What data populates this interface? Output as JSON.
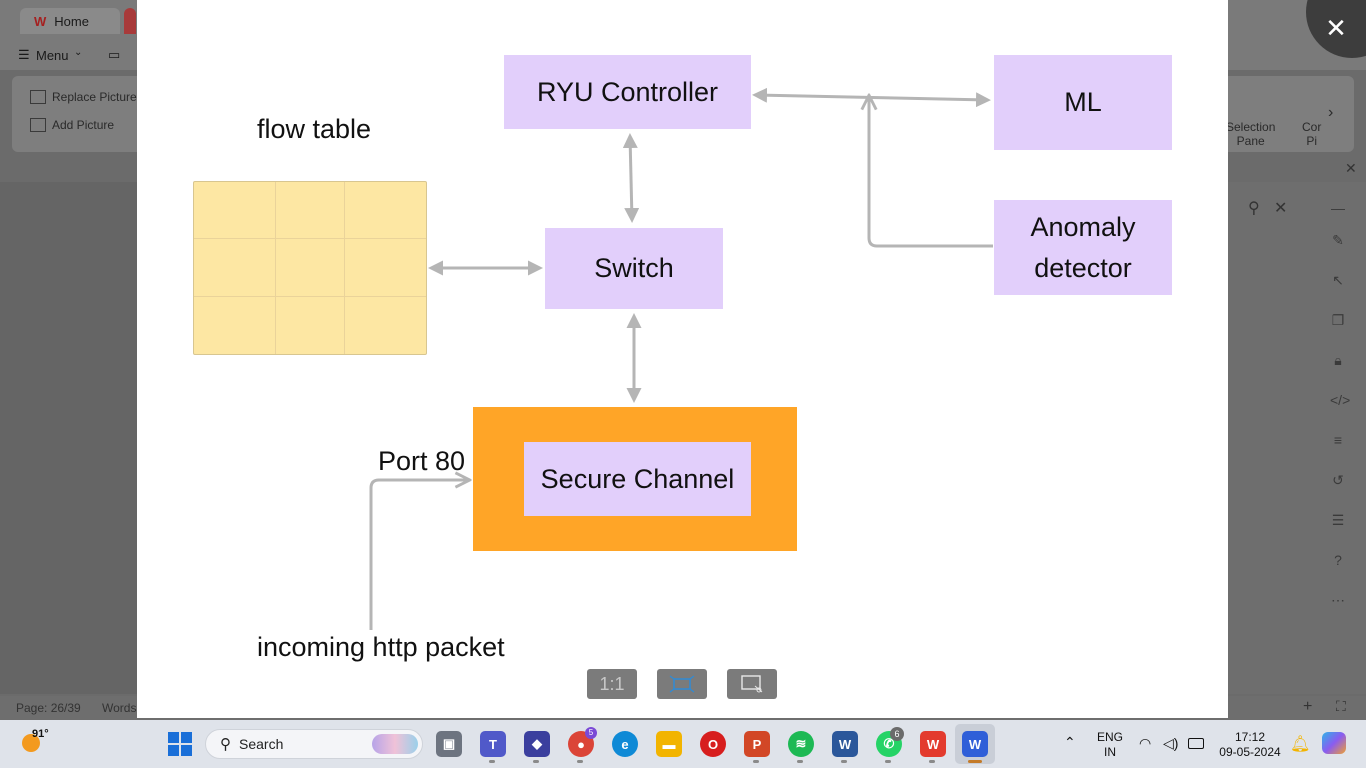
{
  "app": {
    "tab_home": "Home",
    "menu_label": "Menu",
    "ribbon_replace": "Replace Picture",
    "ribbon_add": "Add Picture",
    "ribbon_selection_1": "Selection",
    "ribbon_selection_2": "Pane",
    "ribbon_cor_1": "Cor",
    "ribbon_cor_2": "Pi",
    "status_page": "Page: 26/39",
    "status_words": "Words"
  },
  "diagram": {
    "flow_table_label": "flow table",
    "ryu": "RYU Controller",
    "ml": "ML",
    "switch": "Switch",
    "anomaly_line1": "Anomaly",
    "anomaly_line2": "detector",
    "secure": "Secure Channel",
    "port": "Port 80",
    "incoming": "incoming http packet"
  },
  "viewer": {
    "actual_size": "1:1"
  },
  "taskbar": {
    "weather": "91°",
    "search_placeholder": "Search",
    "lang_line1": "ENG",
    "lang_line2": "IN",
    "time": "17:12",
    "date": "09-05-2024",
    "chrome_badge": "5",
    "whatsapp_badge": "6"
  },
  "colors": {
    "node_fill": "#e2cffb",
    "secure_outer": "#ffa527",
    "table_fill": "#fde7a3",
    "arrow": "#b5b5b5"
  }
}
